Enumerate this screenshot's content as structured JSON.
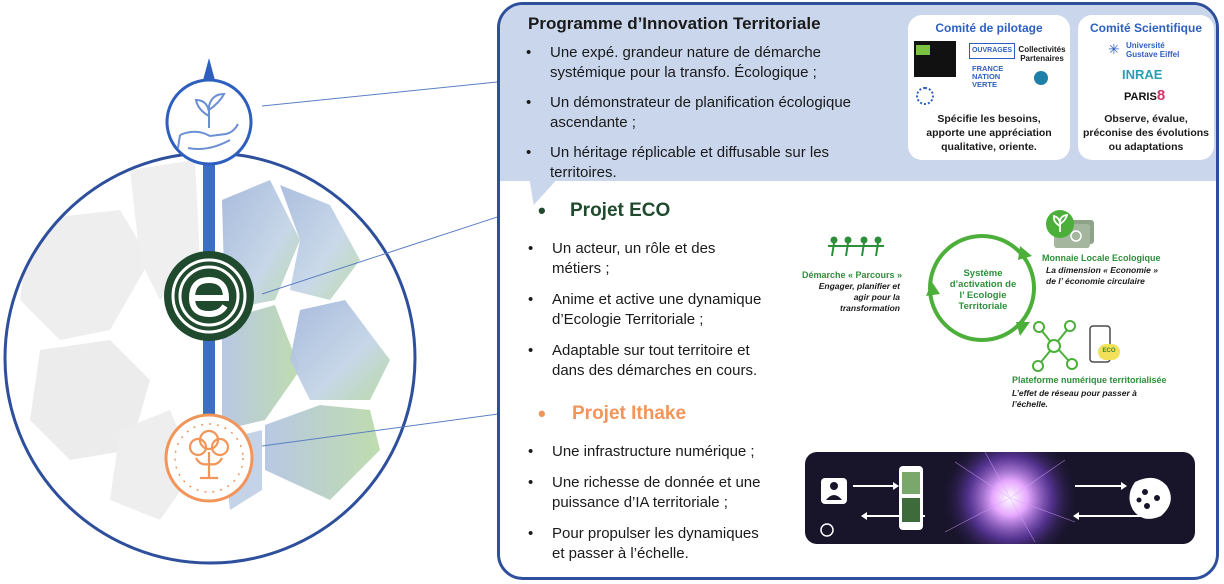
{
  "programme": {
    "title": "Programme d’Innovation Territoriale",
    "bullets": [
      {
        "lines": [
          "Une expé. grandeur nature de démarche",
          "systémique pour la transfo. Écologique ;"
        ]
      },
      {
        "lines": [
          "Un démonstrateur de planification écologique",
          "ascendante ;"
        ]
      },
      {
        "lines": [
          "Un héritage réplicable et diffusable sur les",
          "territoires."
        ]
      }
    ]
  },
  "pilotage": {
    "title": "Comité de pilotage",
    "partners_label": [
      "Collectivités",
      "Partenaires"
    ],
    "logo_ouvrages": "OUVRAGES",
    "logo_france_lines": [
      "FRANCE",
      "NATION",
      "VERTE"
    ],
    "desc_lines": [
      "Spécifie les besoins,",
      "apporte une appréciation",
      "qualitative, oriente."
    ]
  },
  "scientifique": {
    "title": "Comité Scientifique",
    "logo_univ_lines": [
      "Université",
      "Gustave Eiffel"
    ],
    "logo_inrae": "INRAE",
    "logo_paris": "PARIS",
    "logo_paris_num": "8",
    "desc_lines": [
      "Observe, évalue,",
      "préconise des évolutions",
      "ou adaptations"
    ]
  },
  "eco": {
    "heading": "Projet ECO",
    "bullets": [
      {
        "lines": [
          "Un acteur, un rôle et des",
          "métiers ;"
        ]
      },
      {
        "lines": [
          "Anime et active une dynamique",
          "d’Ecologie Territoriale ;"
        ]
      },
      {
        "lines": [
          "Adaptable sur tout territoire et",
          "dans des démarches en cours."
        ]
      }
    ]
  },
  "ithake": {
    "heading": "Projet Ithake",
    "bullets": [
      {
        "lines": [
          "Une infrastructure numérique ;"
        ]
      },
      {
        "lines": [
          "Une richesse de donnée et une",
          "puissance d’IA territoriale ;"
        ]
      },
      {
        "lines": [
          "Pour propulser les dynamiques",
          "et passer à l’échelle."
        ]
      }
    ]
  },
  "cycle": {
    "center_lines": [
      "Système",
      "d’activation de",
      "l’ Ecologie",
      "Territoriale"
    ],
    "parcours_title": "Démarche « Parcours »",
    "parcours_sub": [
      "Engager, planifier et",
      "agir pour la",
      "transformation"
    ],
    "monnaie_title": "Monnaie Locale Ecologique",
    "monnaie_sub": [
      "La dimension « Economie »",
      "de l’ économie circulaire"
    ],
    "plateforme_title": "Plateforme numérique territorialisée",
    "plateforme_sub": [
      "L’effet de réseau pour passer à",
      "l’échelle."
    ],
    "phone_badge": "ECO"
  },
  "colors": {
    "navy": "#2e4f9c",
    "light_blue": "#c9d6ec",
    "eco_green": "#1f4a2d",
    "cycle_green": "#4caf3a",
    "ithake_orange": "#f2955a"
  }
}
